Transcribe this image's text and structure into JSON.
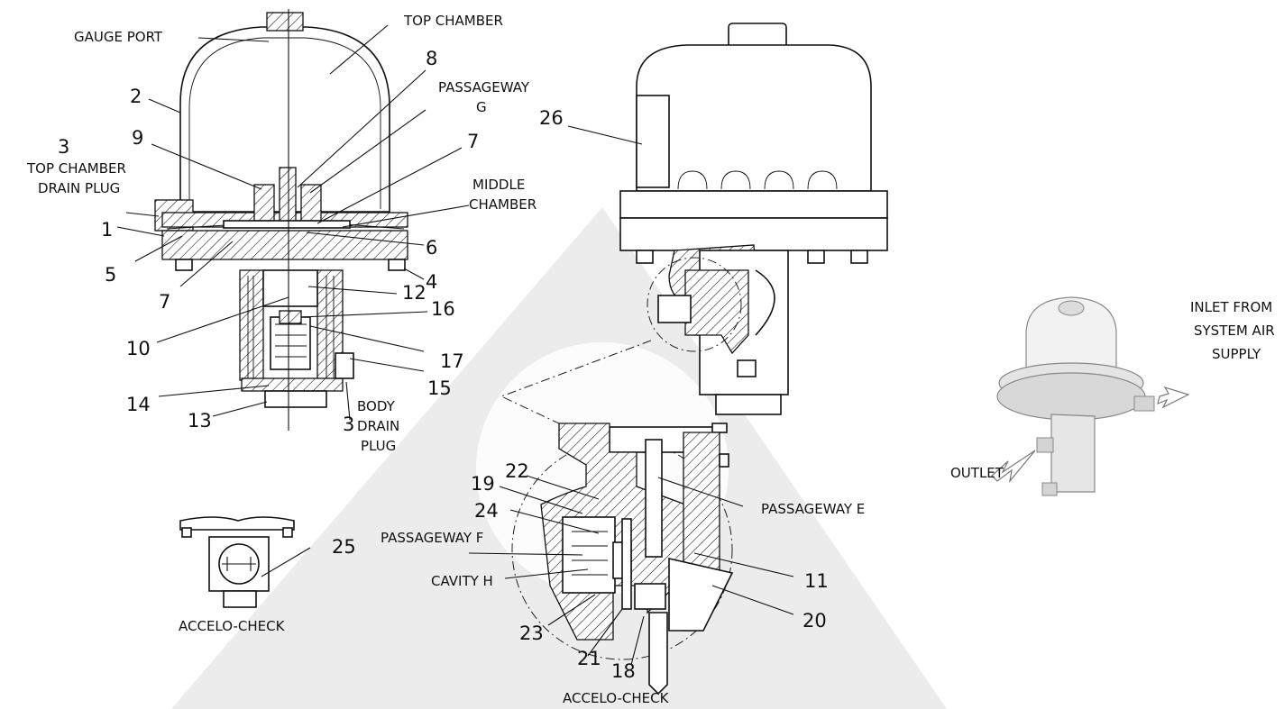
{
  "labels": {
    "gauge_port": "GAUGE PORT",
    "top_chamber": "TOP CHAMBER",
    "passageway_g_1": "PASSAGEWAY",
    "passageway_g_2": "G",
    "top_chamber_drain_plug_1": "TOP CHAMBER",
    "top_chamber_drain_plug_2": "DRAIN PLUG",
    "middle_chamber_1": "MIDDLE",
    "middle_chamber_2": "CHAMBER",
    "body_drain_plug_1": "BODY",
    "body_drain_plug_2": "DRAIN",
    "body_drain_plug_3": "PLUG",
    "accelo_check_small": "ACCELO-CHECK",
    "accelo_check_detail": "ACCELO-CHECK",
    "passageway_e": "PASSAGEWAY E",
    "passageway_f": "PASSAGEWAY F",
    "cavity_h": "CAVITY H",
    "inlet_1": "INLET FROM",
    "inlet_2": "SYSTEM AIR",
    "inlet_3": "SUPPLY",
    "outlet": "OUTLET"
  },
  "part_numbers": {
    "p1": "1",
    "p2": "2",
    "p3a": "3",
    "p3b": "3",
    "p4": "4",
    "p5": "5",
    "p6": "6",
    "p7a": "7",
    "p7b": "7",
    "p8": "8",
    "p9": "9",
    "p10": "10",
    "p11": "11",
    "p12": "12",
    "p13": "13",
    "p14": "14",
    "p15": "15",
    "p16": "16",
    "p17": "17",
    "p18": "18",
    "p19": "19",
    "p20": "20",
    "p21": "21",
    "p22": "22",
    "p23": "23",
    "p24": "24",
    "p25": "25",
    "p26": "26"
  }
}
